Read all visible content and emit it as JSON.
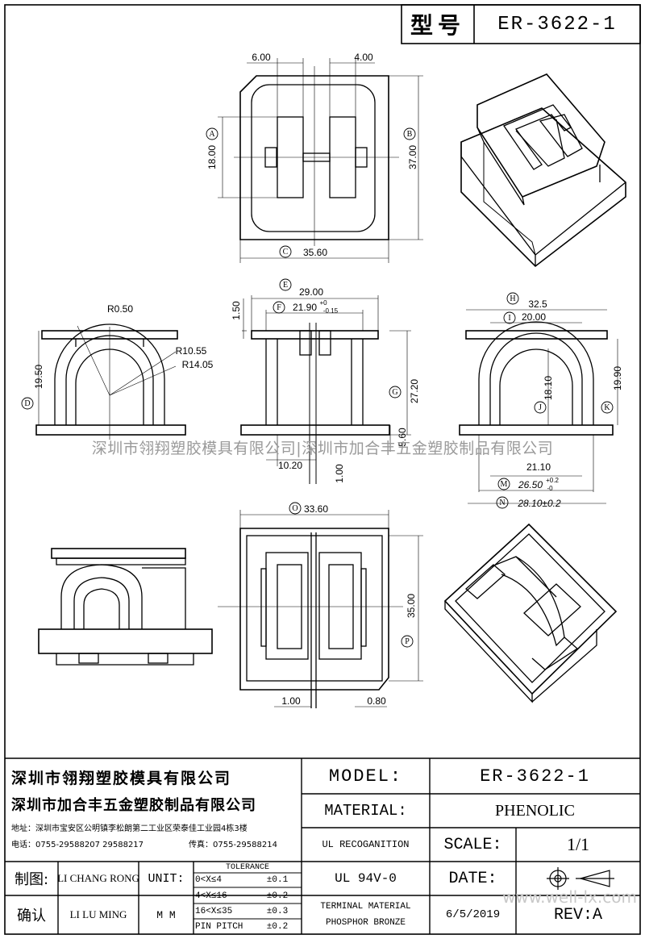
{
  "header": {
    "type_label": "型号",
    "model_value": "ER-3622-1"
  },
  "dimensions": {
    "d600": "6.00",
    "d400": "4.00",
    "d1800": "18.00",
    "d3700": "37.00",
    "d3560": "35.60",
    "d2900": "29.00",
    "d150": "1.50",
    "d2190": "21.90",
    "tol_plus": "+0",
    "tol_minus": "-0.15",
    "d2720": "27.20",
    "d560": "5.60",
    "d1020": "10.20",
    "d100b": "1.00",
    "r050": "R0.50",
    "r1055": "R10.55",
    "r1405": "R14.05",
    "d1950": "19.50",
    "d325": "32.5",
    "d2000": "20.00",
    "d1810": "18.10",
    "d1990": "19.90",
    "d2110": "21.10",
    "d2650": "26.50",
    "tol2_plus": "+0.2",
    "tol2_minus": "-0",
    "d2810": "28.10±0.2",
    "d3360": "33.60",
    "d3500": "35.00",
    "d100c": "1.00",
    "d080": "0.80"
  },
  "markers": {
    "A": "A",
    "B": "B",
    "C": "C",
    "D": "D",
    "E": "E",
    "F": "F",
    "G": "G",
    "H": "H",
    "I": "I",
    "J": "J",
    "K": "K",
    "M": "M",
    "N": "N",
    "O": "O",
    "P": "P"
  },
  "watermark": "深圳市翎翔塑胶模具有限公司|深圳市加合丰五金塑胶制品有限公司",
  "watermark_site": "www.well-lx.com",
  "title_block": {
    "company1": "深圳市翎翔塑胶模具有限公司",
    "company2": "深圳市加合丰五金塑胶制品有限公司",
    "address": "地址：深圳市宝安区公明镇李松朗第二工业区荣泰佳工业园4栋3楼",
    "tel": "电话：0755-29588207  29588217",
    "fax": "传真：0755-29588214",
    "drawn_label": "制图:",
    "drawn_name": "LI CHANG RONG",
    "checked_label": "确认",
    "checked_name": "LI LU MING",
    "unit_label": "UNIT:",
    "unit_value": "M M",
    "tolerance_title": "TOLERANCE",
    "tol_rows": [
      {
        "range": "0<X≤4",
        "value": "±0.1"
      },
      {
        "range": "4<X≤16",
        "value": "±0.2"
      },
      {
        "range": "16<X≤35",
        "value": "±0.3"
      },
      {
        "range": "PIN PITCH",
        "value": "±0.2"
      }
    ],
    "model_label": "MODEL:",
    "model_value": "ER-3622-1",
    "material_label": "MATERIAL:",
    "material_value": "PHENOLIC",
    "ul_label": "UL RECOGANITION",
    "ul_value": "UL 94V-0",
    "scale_label": "SCALE:",
    "scale_value": "1/1",
    "date_label": "DATE:",
    "date_value": "6/5/2019",
    "terminal_label_1": "TERMINAL MATERIAL",
    "terminal_label_2": "PHOSPHOR  BRONZE",
    "rev_label": "REV:A"
  }
}
